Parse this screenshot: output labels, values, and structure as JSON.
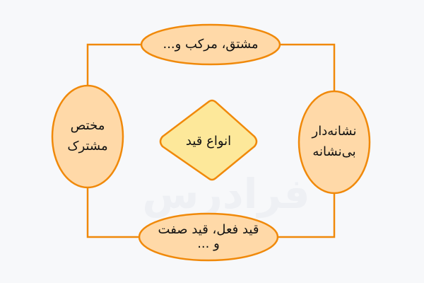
{
  "diagram": {
    "type": "concept-map",
    "center": {
      "label": "انواع قید",
      "shape": "diamond"
    },
    "nodes": {
      "top": {
        "label": "مشتق، مرکب و...",
        "shape": "ellipse"
      },
      "right": {
        "label": "نشانه‌دار\nبی‌نشانه",
        "shape": "ellipse"
      },
      "bottom": {
        "label": "قید فعل، قید صفت\nو ...",
        "shape": "ellipse"
      },
      "left": {
        "label": "مختص\nمشترک",
        "shape": "ellipse"
      }
    },
    "watermark": "فرادرس",
    "colors": {
      "background": "#f7f8fa",
      "ellipse_fill": "#ffd9a8",
      "diamond_fill": "#fde89a",
      "stroke": "#f0890a",
      "text": "#111111"
    }
  }
}
